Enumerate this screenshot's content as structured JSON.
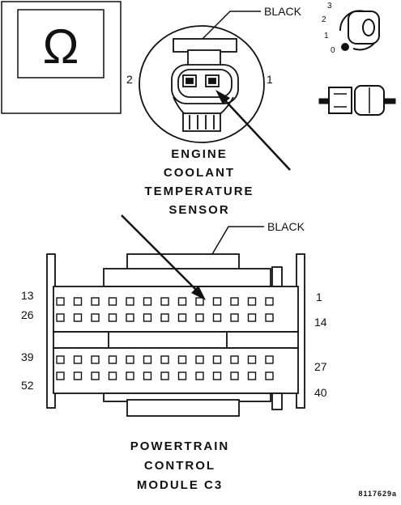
{
  "ohmmeter": {
    "symbol": "Ω"
  },
  "sensor": {
    "title_lines": [
      "ENGINE",
      "COOLANT",
      "TEMPERATURE",
      "SENSOR"
    ],
    "color_label": "BLACK",
    "pin_left": "2",
    "pin_right": "1"
  },
  "ignition": {
    "positions": [
      "3",
      "2",
      "1",
      "0"
    ]
  },
  "pcm": {
    "title_lines": [
      "POWERTRAIN",
      "CONTROL",
      "MODULE C3"
    ],
    "color_label": "BLACK",
    "pins_left": [
      "13",
      "26",
      "39",
      "52"
    ],
    "pins_right": [
      "1",
      "14",
      "27",
      "40"
    ]
  },
  "figure_id": "8117629a"
}
